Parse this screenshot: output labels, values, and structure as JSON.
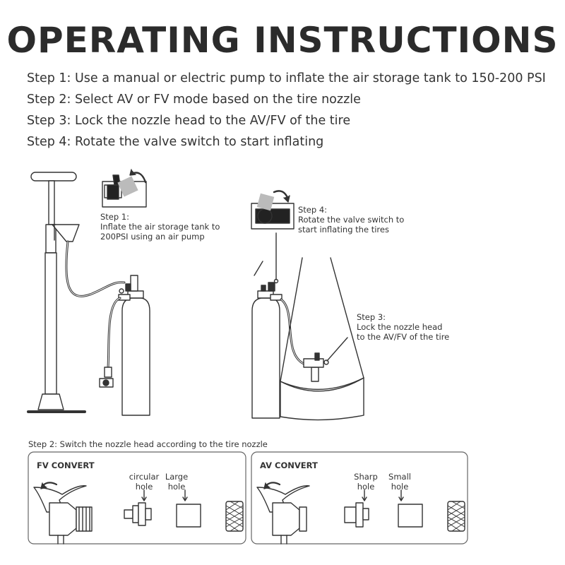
{
  "title": "OPERATING INSTRUCTIONS",
  "steps": [
    "Step 1: Use a manual or electric pump to inflate the air storage tank to 150-200 PSI",
    "Step 2: Select AV or FV mode based on the tire nozzle",
    "Step 3: Lock the nozzle head to the AV/FV of the tire",
    "Step 4: Rotate the valve switch to start inflating"
  ],
  "diagram": {
    "step1": {
      "title": "Step 1:",
      "line1": "Inflate the air storage tank to",
      "line2": "200PSI using an air pump"
    },
    "step4": {
      "title": "Step 4:",
      "line1": "Rotate the valve switch to",
      "line2": "start inflating the tires"
    },
    "step3": {
      "title": "Step 3:",
      "line1": "Lock the nozzle head",
      "line2": "to the AV/FV of the tire"
    }
  },
  "convert": {
    "heading": "Step 2: Switch the nozzle head according to the tire nozzle",
    "fv": {
      "title": "FV CONVERT",
      "hole_a": [
        "circular",
        "hole"
      ],
      "hole_b": [
        "Large",
        "hole"
      ]
    },
    "av": {
      "title": "AV CONVERT",
      "hole_a": [
        "Sharp",
        "hole"
      ],
      "hole_b": [
        "Small",
        "hole"
      ]
    }
  }
}
